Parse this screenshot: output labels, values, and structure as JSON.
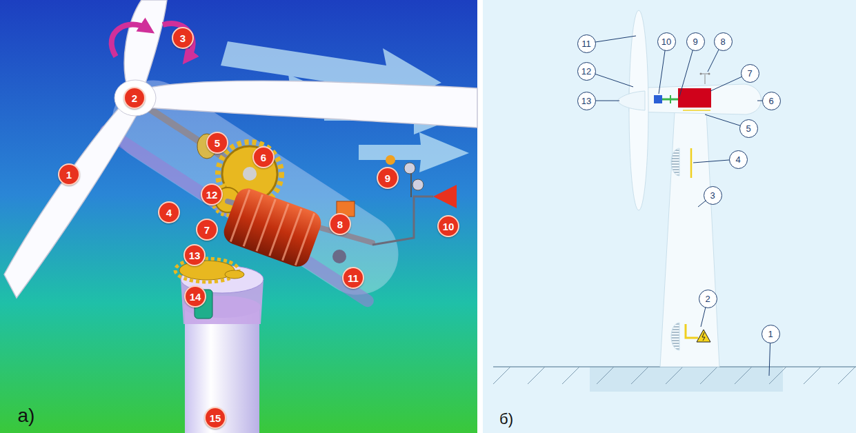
{
  "diagram": {
    "labels": [
      "1",
      "2",
      "3",
      "4",
      "5",
      "6",
      "7",
      "8",
      "9",
      "10",
      "11",
      "12",
      "13",
      "14",
      "15",
      "а)",
      "1",
      "2",
      "3",
      "4",
      "5",
      "6",
      "7",
      "8",
      "9",
      "10",
      "11",
      "12",
      "13",
      "б)"
    ]
  }
}
